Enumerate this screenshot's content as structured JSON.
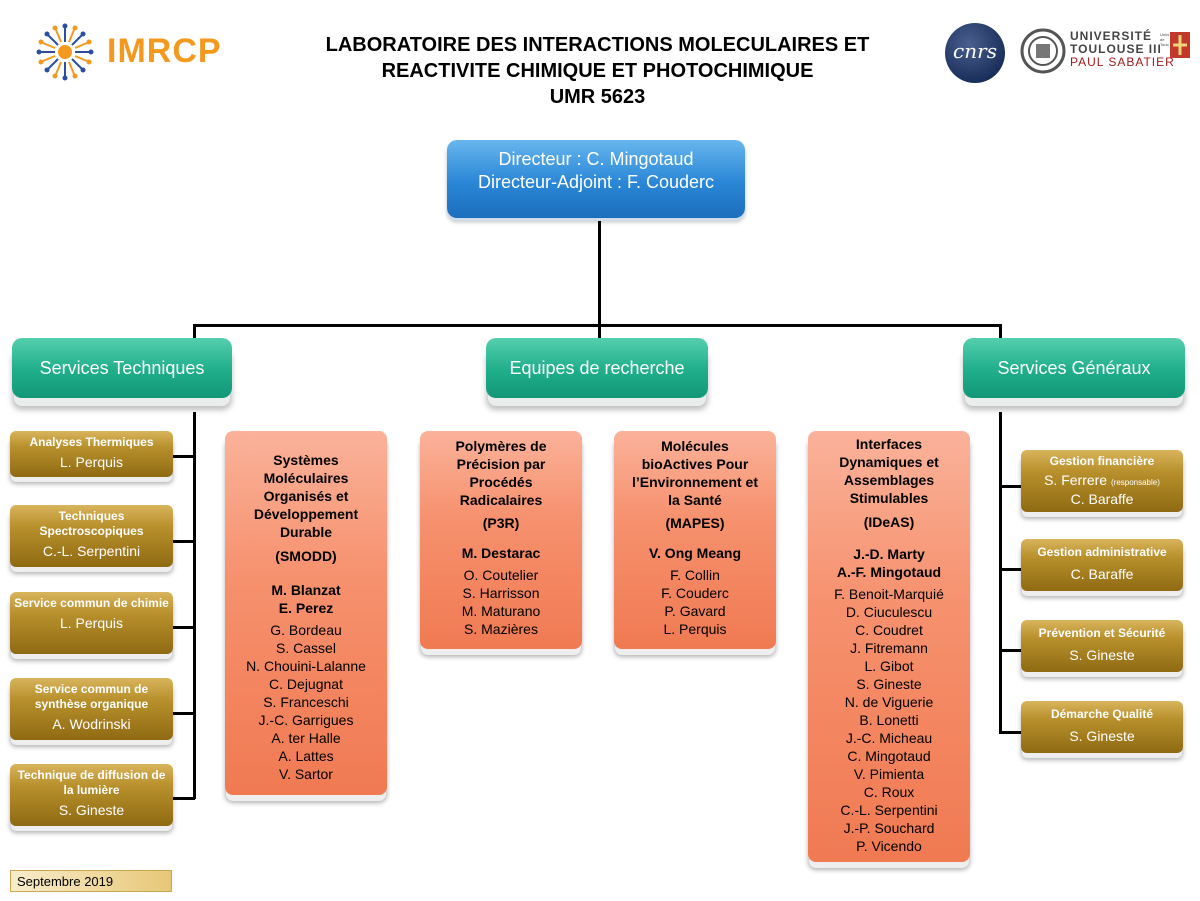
{
  "header": {
    "logo_text": "IMRCP",
    "title_lines": [
      "LABORATOIRE DES INTERACTIONS MOLECULAIRES ET",
      "REACTIVITE CHIMIQUE ET PHOTOCHIMIQUE",
      "UMR 5623"
    ],
    "cnrs_logo": "cnrs",
    "university_logo": {
      "line1": "UNIVERSITÉ",
      "line2": "TOULOUSE III",
      "line3": "PAUL SABATIER",
      "side": "Université de Toulouse"
    }
  },
  "direction": {
    "line1": "Directeur : C. Mingotaud",
    "line2": "Directeur-Adjoint : F. Couderc"
  },
  "sections": {
    "services_techniques": "Services Techniques",
    "equipes": "Equipes de recherche",
    "services_generaux": "Services Généraux"
  },
  "services_techniques": [
    {
      "title": "Analyses Thermiques",
      "name": "L. Perquis"
    },
    {
      "title": "Techniques Spectroscopiques",
      "name": "C.-L. Serpentini"
    },
    {
      "title": "Service commun de chimie",
      "name": "L. Perquis"
    },
    {
      "title": "Service commun de synthèse organique",
      "name": "A. Wodrinski"
    },
    {
      "title": "Technique de diffusion de la lumière",
      "name": "S. Gineste"
    }
  ],
  "services_generaux": [
    {
      "title": "Gestion financière",
      "names": [
        "S. Ferrere",
        "C. Baraffe"
      ],
      "note": "(responsable)"
    },
    {
      "title": "Gestion administrative",
      "names": [
        "C. Baraffe"
      ]
    },
    {
      "title": "Prévention et Sécurité",
      "names": [
        "S. Gineste"
      ]
    },
    {
      "title": "Démarche Qualité",
      "names": [
        "S. Gineste"
      ]
    }
  ],
  "teams": [
    {
      "title": [
        "Systèmes",
        "Moléculaires",
        "Organisés et",
        "Développement",
        "Durable"
      ],
      "acronym": "(SMODD)",
      "leads": [
        "M. Blanzat",
        "E. Perez"
      ],
      "members": [
        "G. Bordeau",
        "S. Cassel",
        "N. Chouini-Lalanne",
        "C. Dejugnat",
        "S. Franceschi",
        "J.-C. Garrigues",
        "A. ter Halle",
        "A. Lattes",
        "V. Sartor"
      ]
    },
    {
      "title": [
        "Polymères de",
        "Précision par",
        "Procédés",
        "Radicalaires"
      ],
      "acronym": "(P3R)",
      "leads": [
        "M. Destarac"
      ],
      "members": [
        "O. Coutelier",
        "S. Harrisson",
        "M. Maturano",
        "S. Mazières"
      ]
    },
    {
      "title": [
        "Molécules",
        "bioActives Pour",
        "l’Environnement et",
        "la Santé"
      ],
      "acronym": "(MAPES)",
      "leads": [
        "V. Ong Meang"
      ],
      "members": [
        "F. Collin",
        "F. Couderc",
        "P. Gavard",
        "L. Perquis"
      ]
    },
    {
      "title": [
        "Interfaces",
        "Dynamiques et",
        "Assemblages",
        "Stimulables"
      ],
      "acronym": "(IDeAS)",
      "leads": [
        "J.-D. Marty",
        "A.-F. Mingotaud"
      ],
      "members": [
        "F. Benoit-Marquié",
        "D. Ciuculescu",
        "C. Coudret",
        "J. Fitremann",
        "L. Gibot",
        "S. Gineste",
        "N. de Viguerie",
        "B. Lonetti",
        "J.-C. Micheau",
        "C. Mingotaud",
        "V. Pimienta",
        "C. Roux",
        "C.-L. Serpentini",
        "J.-P. Souchard",
        "P. Vicendo"
      ]
    }
  ],
  "footer": {
    "date": "Septembre 2019"
  },
  "colors": {
    "blue": "#2a86d6",
    "green": "#1fae8a",
    "gold": "#b8902c",
    "salmon": "#f6916e",
    "orange": "#f39a1e"
  }
}
